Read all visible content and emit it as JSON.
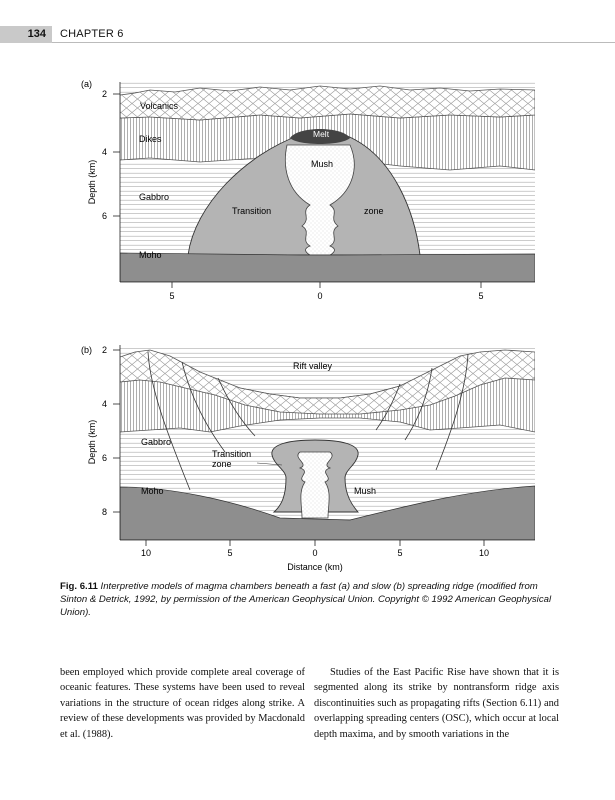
{
  "header": {
    "page_number": "134",
    "chapter": "CHAPTER 6"
  },
  "figure": {
    "panel_a": {
      "label": "(a)",
      "ylabel": "Depth (km)",
      "yticks": [
        "2",
        "4",
        "6"
      ],
      "xticks": [
        "5",
        "0",
        "5"
      ],
      "labels": {
        "volcanics": "Volcanics",
        "dikes": "Dikes",
        "melt": "Melt",
        "mush": "Mush",
        "gabbro": "Gabbro",
        "transition": "Transition",
        "zone": "zone",
        "moho": "Moho"
      }
    },
    "panel_b": {
      "label": "(b)",
      "ylabel": "Depth (km)",
      "yticks": [
        "2",
        "4",
        "6",
        "8"
      ],
      "xticks": [
        "10",
        "5",
        "0",
        "5",
        "10"
      ],
      "xlabel": "Distance (km)",
      "labels": {
        "rift_valley": "Rift valley",
        "gabbro": "Gabbro",
        "transition_line1": "Transition",
        "transition_line2": "zone",
        "moho": "Moho",
        "mush": "Mush"
      }
    }
  },
  "caption": {
    "label": "Fig. 6.11",
    "text": "Interpretive models of magma chambers beneath a fast (a) and slow (b) spreading ridge (modified from Sinton & Detrick, 1992, by permission of the American Geophysical Union. Copyright © 1992 American Geophysical Union)."
  },
  "body": {
    "left": "been employed which provide complete areal coverage of oceanic features. These systems have been used to reveal variations in the structure of ocean ridges along strike. A review of these developments was provided by Macdonald et al. (1988).",
    "right": "Studies of the East Pacific Rise have shown that it is segmented along its strike by nontransform ridge axis discontinuities such as propagating rifts (Section 6.11) and overlapping spreading centers (OSC), which occur at local depth maxima, and by smooth variations in the"
  }
}
